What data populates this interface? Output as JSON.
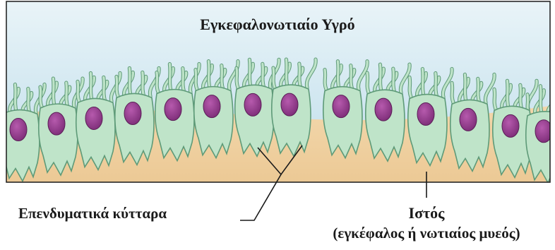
{
  "diagram": {
    "fluid_label": "Εγκεφαλονωτιαίο Υγρό",
    "ependymal_label": "Επενδυματικά κύτταρα",
    "tissue_label": "Ιστός",
    "tissue_sublabel": "(εγκέφαλος ή νωτιαίος μυεός)",
    "colors": {
      "fluid": "#d7ebf3",
      "tissue": "#efcf9f",
      "cell": "#bfe4c9",
      "cell_outline": "#5e9a78",
      "nucleus": "#9c3f95",
      "border": "#1a1a1a"
    }
  }
}
